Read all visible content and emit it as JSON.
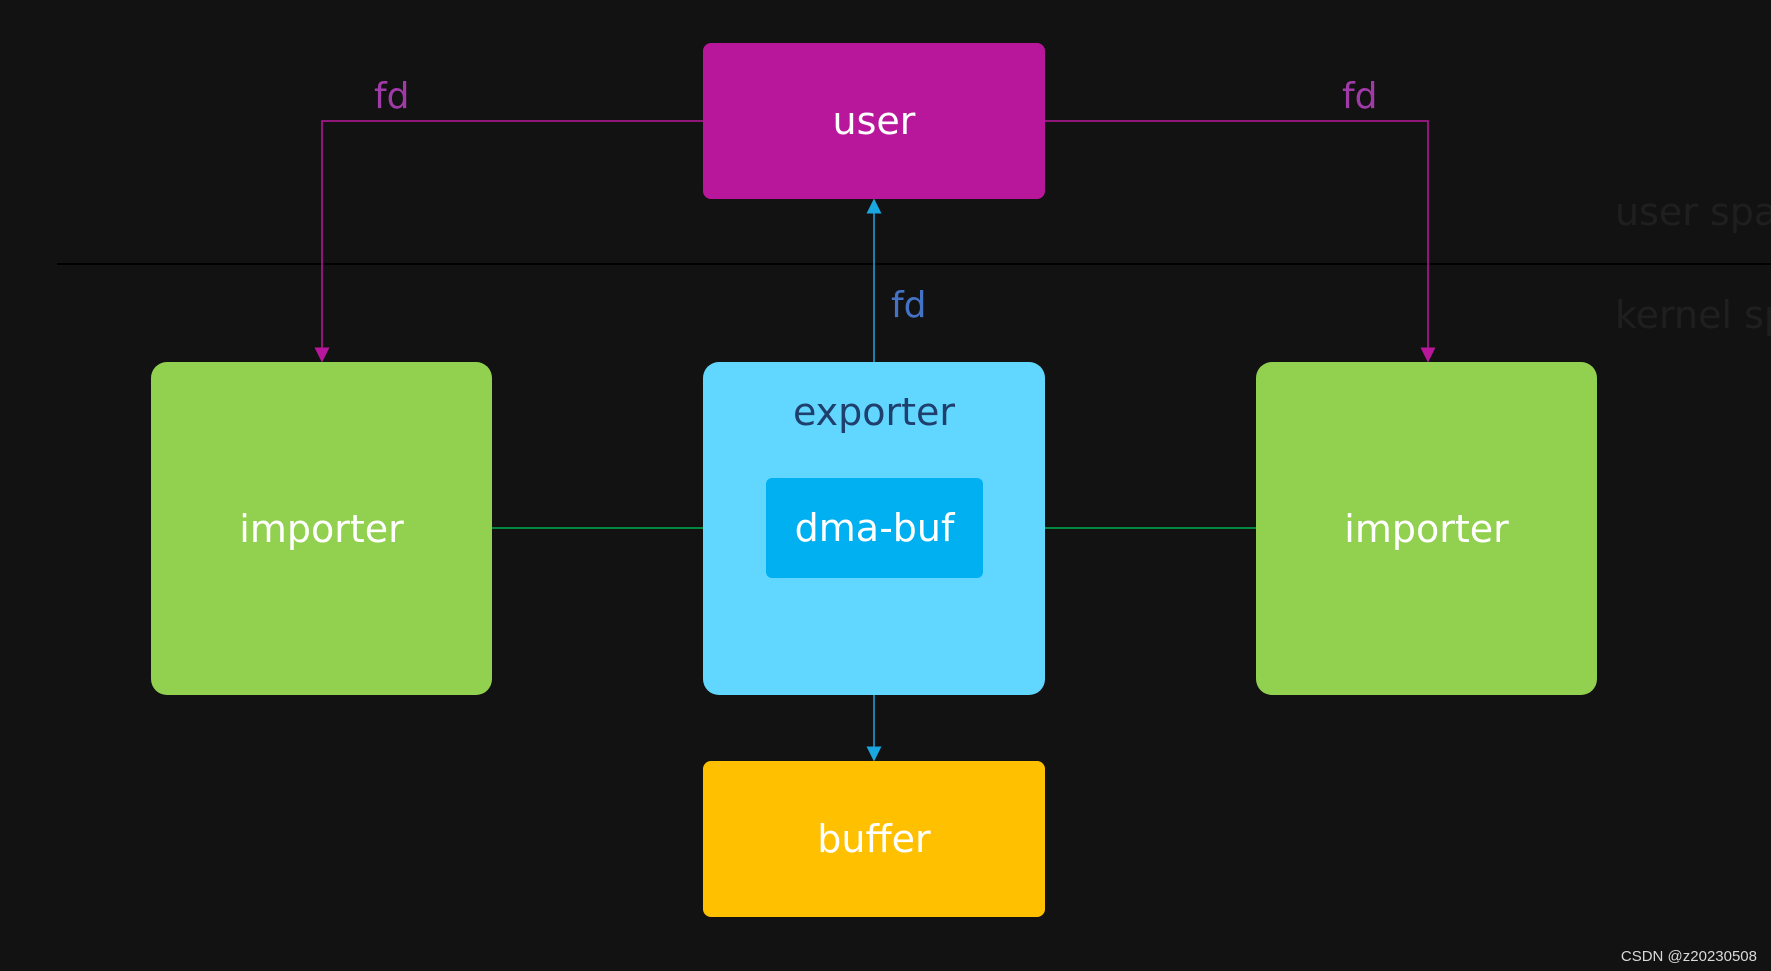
{
  "colors": {
    "background": "#121212",
    "user": "#b9179b",
    "importer": "#92d050",
    "exporter": "#61d7ff",
    "dma_buf": "#00b0f0",
    "buffer": "#ffc000",
    "fd_user_lines": "#b9179b",
    "fd_exporter_line": "#1aa7e0",
    "import_lines": "#00b050"
  },
  "boxes": {
    "user": "user",
    "importer_left": "importer",
    "importer_right": "importer",
    "exporter": "exporter",
    "dma_buf": "dma-buf",
    "buffer": "buffer"
  },
  "edge_labels": {
    "fd_left": "fd",
    "fd_right": "fd",
    "fd_center": "fd"
  },
  "regions": {
    "user_space": "user spac",
    "kernel_space": "kernel sp"
  },
  "watermark": "CSDN @z20230508"
}
